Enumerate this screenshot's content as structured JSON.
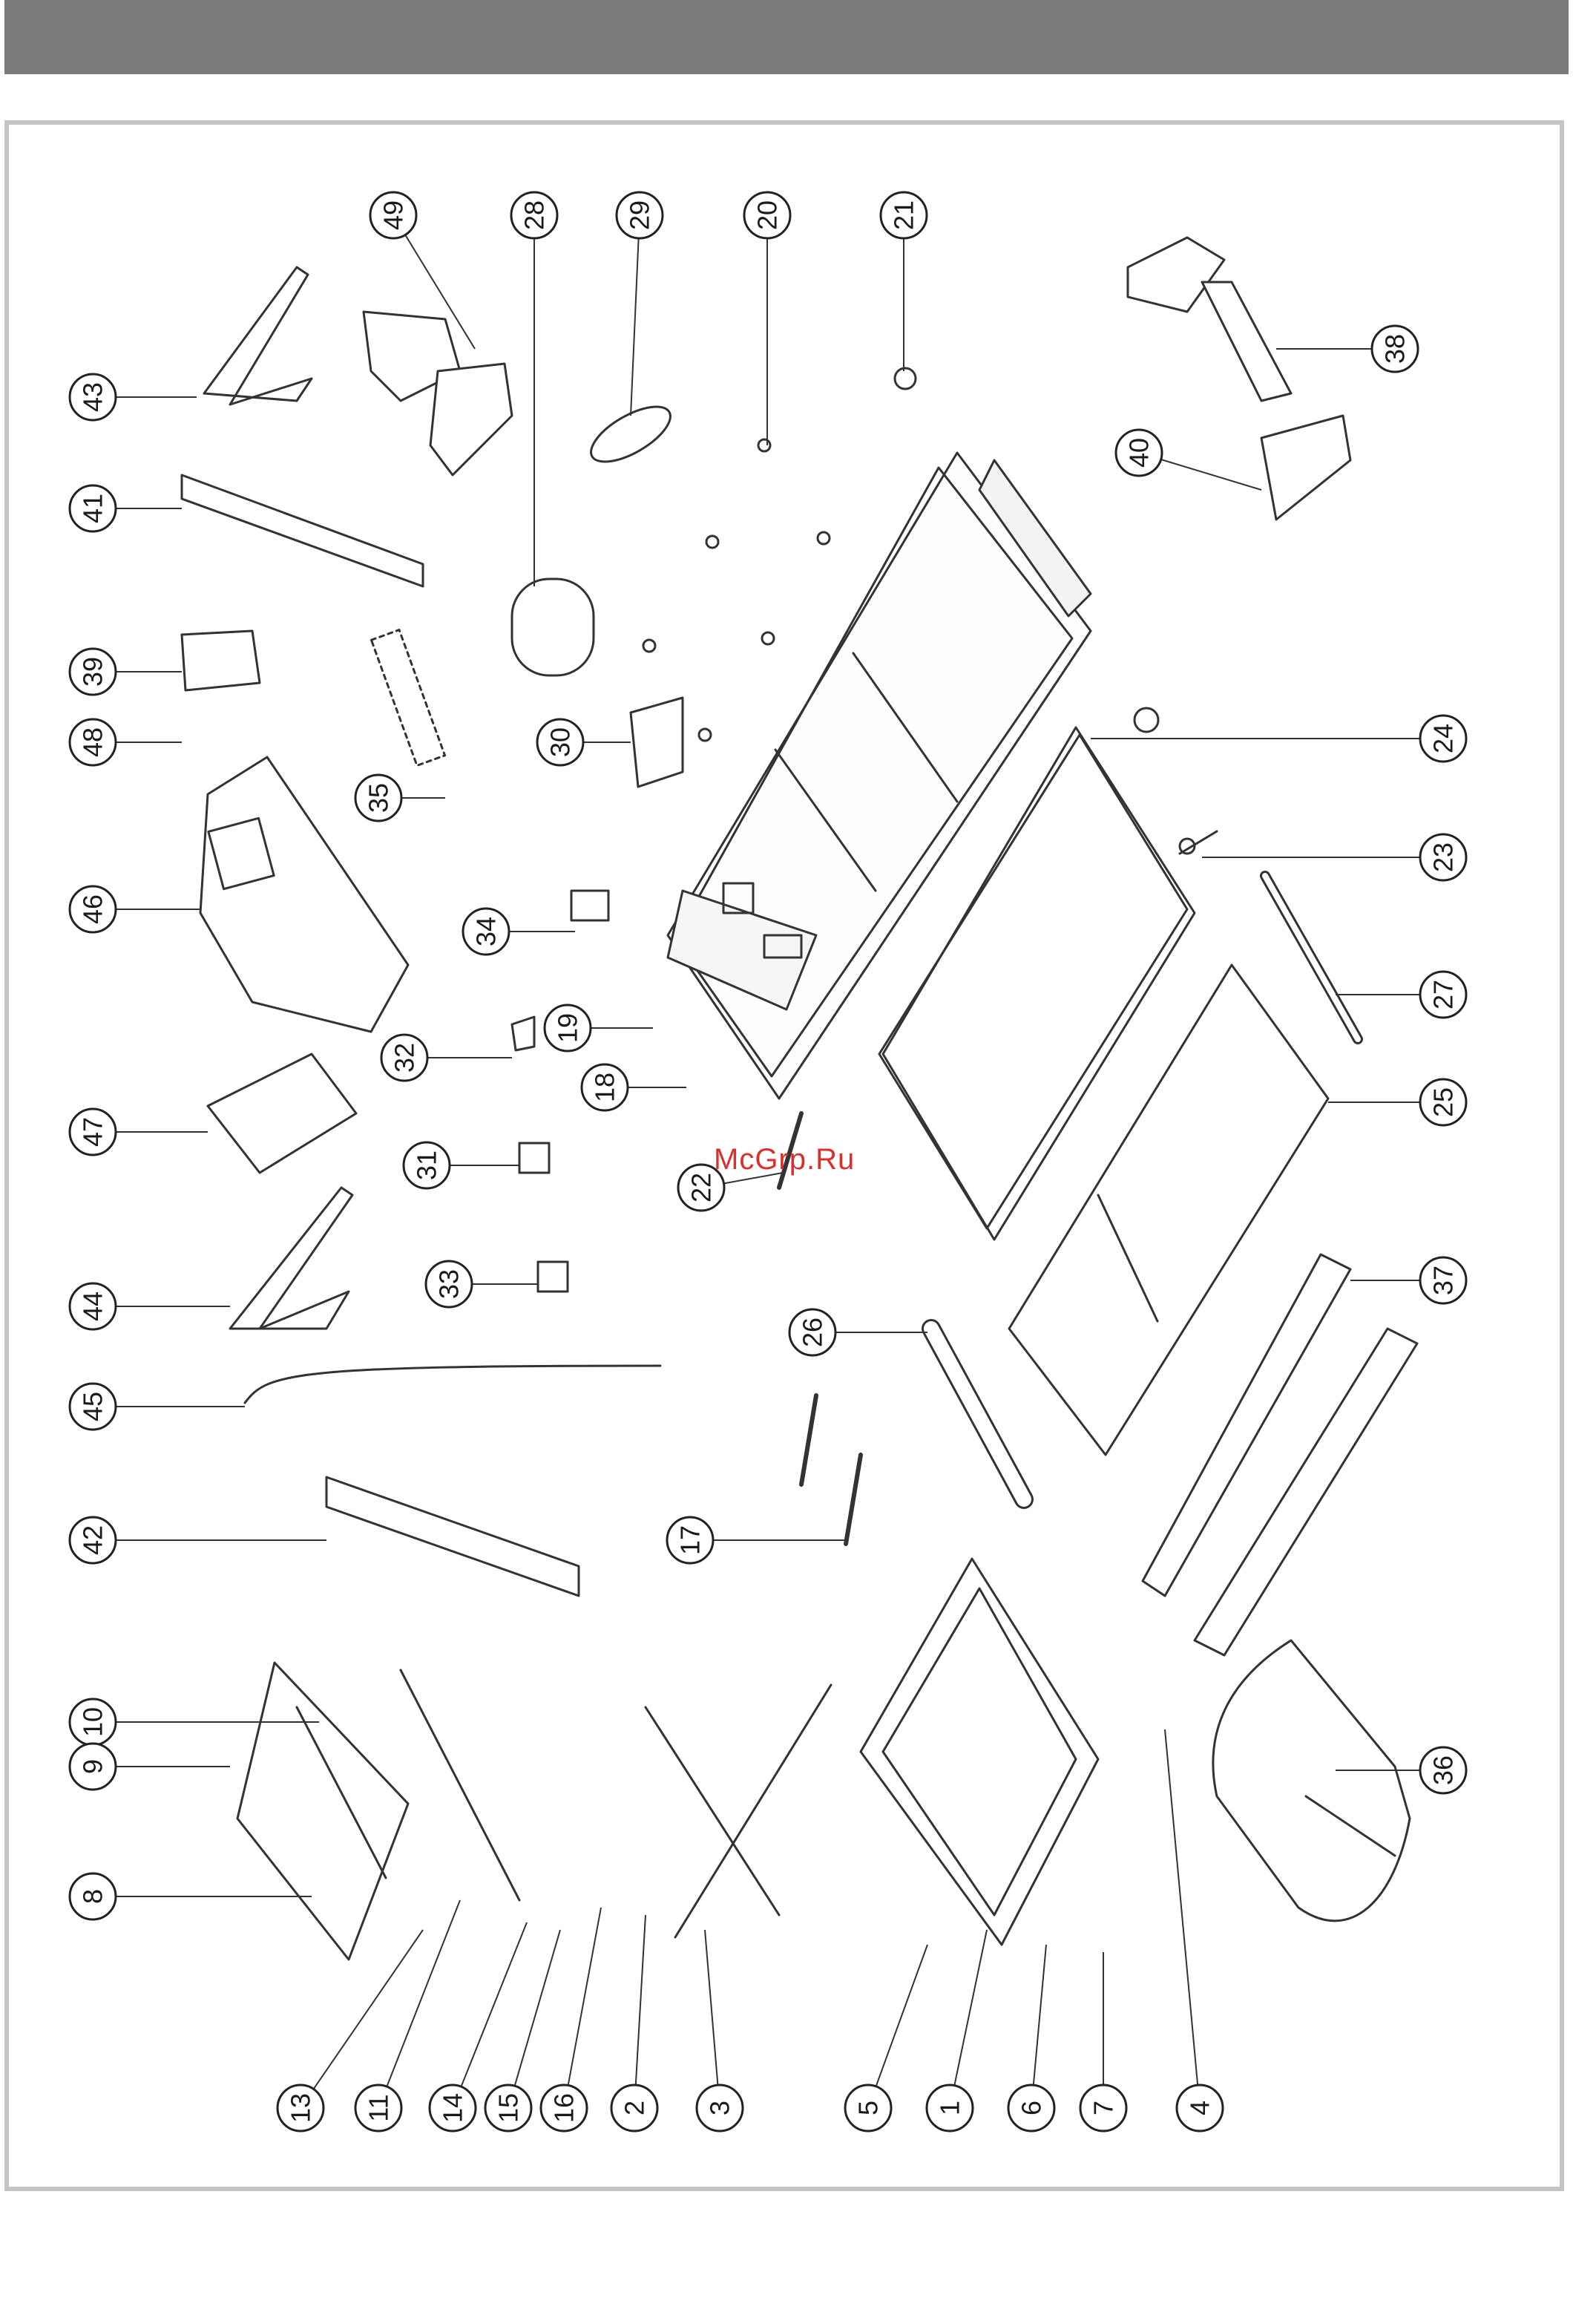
{
  "watermark": "McGrp.Ru",
  "colors": {
    "header": "#7a7a7a",
    "frame": "#c4c4c4",
    "line": "#333333",
    "watermark": "#d9302c"
  },
  "callouts": [
    {
      "id": "49",
      "label": "49"
    },
    {
      "id": "28",
      "label": "28"
    },
    {
      "id": "29",
      "label": "29"
    },
    {
      "id": "20",
      "label": "20"
    },
    {
      "id": "21",
      "label": "21"
    },
    {
      "id": "43",
      "label": "43"
    },
    {
      "id": "38",
      "label": "38"
    },
    {
      "id": "40",
      "label": "40"
    },
    {
      "id": "41",
      "label": "41"
    },
    {
      "id": "39",
      "label": "39"
    },
    {
      "id": "48",
      "label": "48"
    },
    {
      "id": "30",
      "label": "30"
    },
    {
      "id": "24",
      "label": "24"
    },
    {
      "id": "35",
      "label": "35"
    },
    {
      "id": "23",
      "label": "23"
    },
    {
      "id": "46",
      "label": "46"
    },
    {
      "id": "34",
      "label": "34"
    },
    {
      "id": "27",
      "label": "27"
    },
    {
      "id": "19",
      "label": "19"
    },
    {
      "id": "32",
      "label": "32"
    },
    {
      "id": "18",
      "label": "18"
    },
    {
      "id": "25",
      "label": "25"
    },
    {
      "id": "47",
      "label": "47"
    },
    {
      "id": "31",
      "label": "31"
    },
    {
      "id": "22",
      "label": "22"
    },
    {
      "id": "33",
      "label": "33"
    },
    {
      "id": "37",
      "label": "37"
    },
    {
      "id": "44",
      "label": "44"
    },
    {
      "id": "26",
      "label": "26"
    },
    {
      "id": "45",
      "label": "45"
    },
    {
      "id": "42",
      "label": "42"
    },
    {
      "id": "17",
      "label": "17"
    },
    {
      "id": "10",
      "label": "10"
    },
    {
      "id": "9",
      "label": "9"
    },
    {
      "id": "36",
      "label": "36"
    },
    {
      "id": "8",
      "label": "8"
    },
    {
      "id": "13",
      "label": "13"
    },
    {
      "id": "11",
      "label": "11"
    },
    {
      "id": "14",
      "label": "14"
    },
    {
      "id": "15",
      "label": "15"
    },
    {
      "id": "16",
      "label": "16"
    },
    {
      "id": "2",
      "label": "2"
    },
    {
      "id": "3",
      "label": "3"
    },
    {
      "id": "5",
      "label": "5"
    },
    {
      "id": "1",
      "label": "1"
    },
    {
      "id": "6",
      "label": "6"
    },
    {
      "id": "7",
      "label": "7"
    },
    {
      "id": "4",
      "label": "4"
    }
  ]
}
